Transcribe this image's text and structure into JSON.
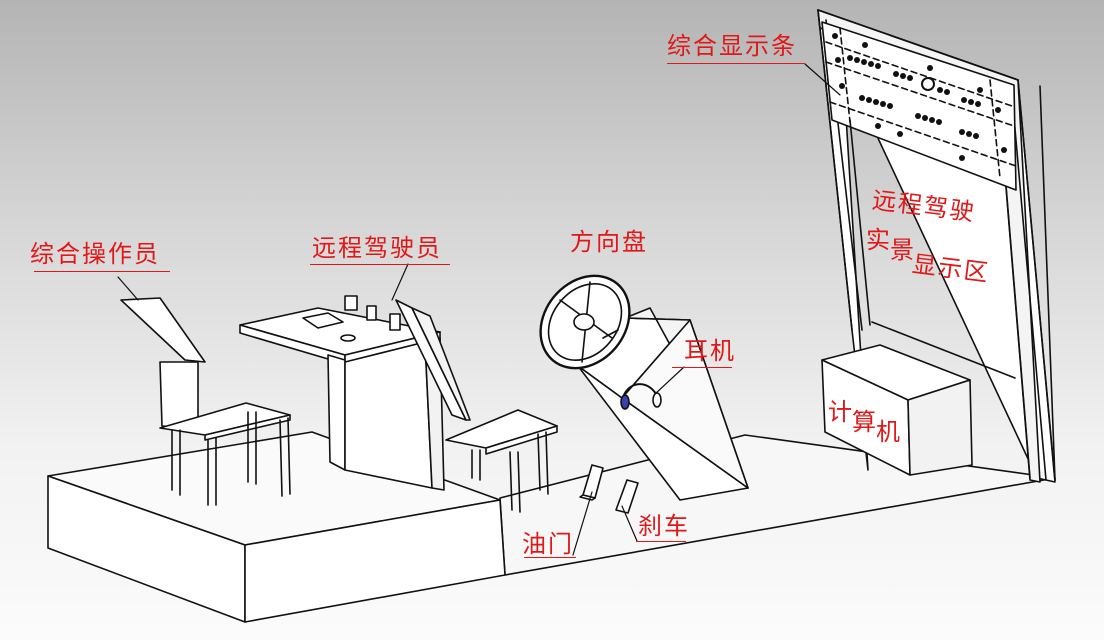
{
  "labels": {
    "composite_operator": "综合操作员",
    "remote_driver": "远程驾驶员",
    "steering_wheel": "方向盘",
    "composite_display_bar": "综合显示条",
    "live_display_line1": "远程驾驶",
    "live_display_line2a": "实",
    "live_display_line2b": "景",
    "live_display_line2c": "显示区",
    "headphones": "耳机",
    "computer_a": "计",
    "computer_b": "算",
    "computer_c": "机",
    "throttle": "油门",
    "brake": "刹车"
  },
  "colors": {
    "label_text": "#e01818",
    "outline": "#111111",
    "face_light": "#ffffff",
    "face_shade": "#eeeeee"
  }
}
